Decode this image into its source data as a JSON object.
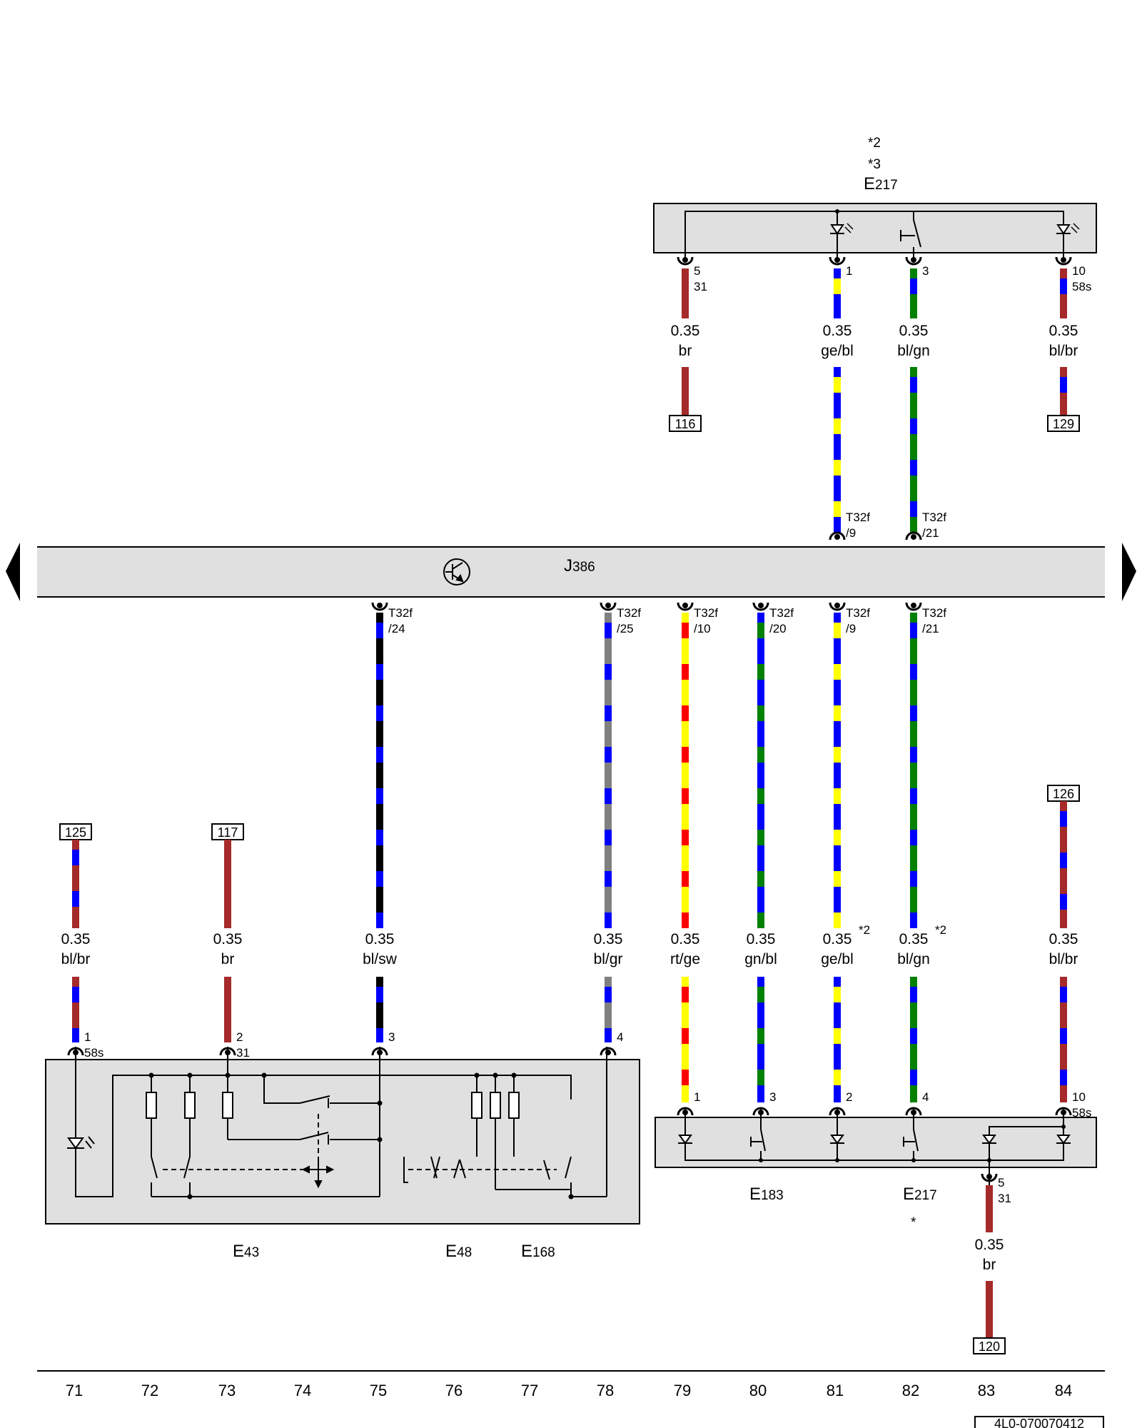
{
  "colors": {
    "bl": "#0000ff",
    "br": "#a52a2a",
    "ge": "#ffff00",
    "gn": "#008000",
    "rt": "#ff0000",
    "sw": "#000000",
    "gr": "#808080",
    "box": "#e0e0e0"
  },
  "top_module": {
    "notes": [
      "*2",
      "*3"
    ],
    "name_main": "E",
    "name_sub": "217"
  },
  "top_pins": [
    {
      "pin": "5",
      "sub": "31",
      "size": "0.35",
      "color": "br",
      "ref": "116"
    },
    {
      "pin": "1",
      "sub": "",
      "size": "0.35",
      "color": "ge/bl",
      "ref": ""
    },
    {
      "pin": "3",
      "sub": "",
      "size": "0.35",
      "color": "bl/gn",
      "ref": ""
    },
    {
      "pin": "10",
      "sub": "58s",
      "size": "0.35",
      "color": "bl/br",
      "ref": "129"
    }
  ],
  "j386": {
    "name_main": "J",
    "name_sub": "386",
    "top_connectors": [
      {
        "conn": "T32f",
        "pin": "/9"
      },
      {
        "conn": "T32f",
        "pin": "/21"
      }
    ],
    "bottom_connectors": [
      {
        "conn": "T32f",
        "pin": "/24"
      },
      {
        "conn": "T32f",
        "pin": "/25"
      },
      {
        "conn": "T32f",
        "pin": "/10"
      },
      {
        "conn": "T32f",
        "pin": "/20"
      },
      {
        "conn": "T32f",
        "pin": "/9"
      },
      {
        "conn": "T32f",
        "pin": "/21"
      }
    ]
  },
  "wires": [
    {
      "size": "0.35",
      "color": "bl/br",
      "note": "",
      "ref": "125",
      "pin": "1",
      "sub": "58s"
    },
    {
      "size": "0.35",
      "color": "br",
      "note": "",
      "ref": "117",
      "pin": "2",
      "sub": "31"
    },
    {
      "size": "0.35",
      "color": "bl/sw",
      "note": "",
      "ref": "",
      "pin": "3",
      "sub": ""
    },
    {
      "size": "0.35",
      "color": "bl/gr",
      "note": "",
      "ref": "",
      "pin": "4",
      "sub": ""
    },
    {
      "size": "0.35",
      "color": "rt/ge",
      "note": "",
      "ref": "",
      "pin": "1",
      "sub": ""
    },
    {
      "size": "0.35",
      "color": "gn/bl",
      "note": "",
      "ref": "",
      "pin": "3",
      "sub": ""
    },
    {
      "size": "0.35",
      "color": "ge/bl",
      "note": "*2",
      "ref": "",
      "pin": "2",
      "sub": ""
    },
    {
      "size": "0.35",
      "color": "bl/gn",
      "note": "*2",
      "ref": "",
      "pin": "4",
      "sub": ""
    },
    {
      "size": "0.35",
      "color": "bl/br",
      "note": "",
      "ref": "126",
      "pin": "10",
      "sub": "58s"
    }
  ],
  "ground_wire": {
    "pin": "5",
    "sub": "31",
    "size": "0.35",
    "color": "br",
    "ref": "120"
  },
  "components": [
    {
      "main": "E",
      "sub": "43"
    },
    {
      "main": "E",
      "sub": "48"
    },
    {
      "main": "E",
      "sub": "168"
    },
    {
      "main": "E",
      "sub": "183"
    },
    {
      "main": "E",
      "sub": "217"
    }
  ],
  "star_note": "*",
  "ruler": [
    "71",
    "72",
    "73",
    "74",
    "75",
    "76",
    "77",
    "78",
    "79",
    "80",
    "81",
    "82",
    "83",
    "84"
  ],
  "doc_code": "4L0-070070412"
}
